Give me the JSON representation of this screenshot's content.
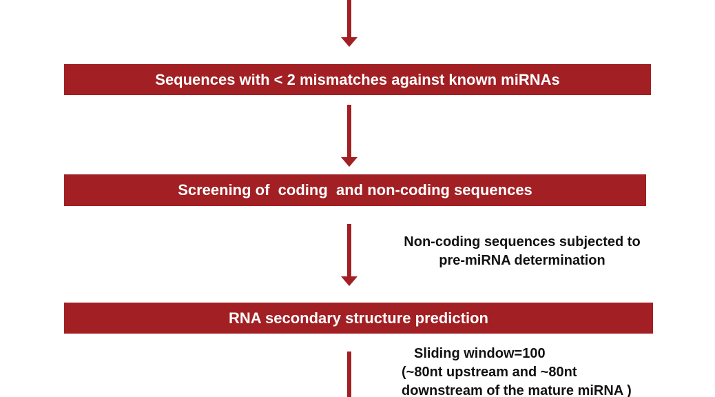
{
  "diagram": {
    "colors": {
      "box_fill": "#a21f23",
      "box_text": "#ffffff",
      "arrow": "#a21f23",
      "note_text": "#111111"
    },
    "steps": [
      {
        "label": "Sequences with < 2 mismatches against known miRNAs"
      },
      {
        "label": "Screening of  coding  and non-coding sequences"
      },
      {
        "label": "RNA secondary structure prediction"
      }
    ],
    "notes": [
      {
        "lines": [
          "Non-coding sequences subjected to",
          "pre-miRNA determination"
        ]
      },
      {
        "lines": [
          "Sliding window=100",
          "(~80nt upstream and ~80nt",
          "downstream of the mature miRNA )"
        ]
      }
    ]
  }
}
